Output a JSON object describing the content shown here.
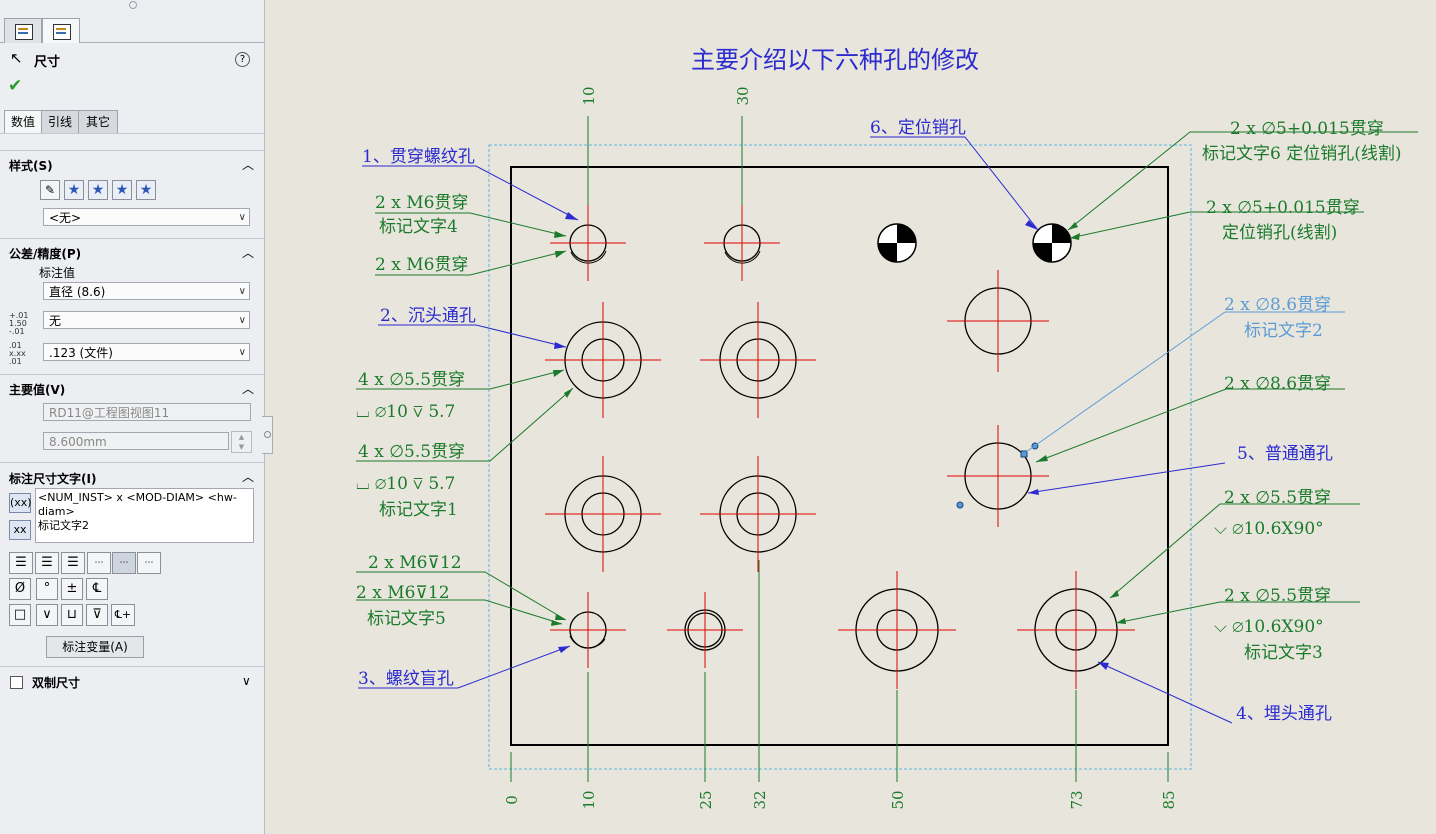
{
  "panel": {
    "title": "尺寸",
    "help_glyph": "?",
    "ok_glyph": "✔",
    "tabs": [
      "数值",
      "引线",
      "其它"
    ],
    "style_section": {
      "title": "样式(S)",
      "dropdown": "<无>"
    },
    "tolerance_section": {
      "title": "公差/精度(P)",
      "value_label": "标注值",
      "type_dropdown": "直径 (8.6)",
      "tolerance_dropdown": "无",
      "precision_dropdown": ".123 (文件)"
    },
    "primary_section": {
      "title": "主要值(V)",
      "reference": "RD11@工程图视图11",
      "value": "8.600mm"
    },
    "dimtext_section": {
      "title": "标注尺寸文字(I)",
      "text": "<NUM_INST> x <MOD-DIAM> <hw-diam>\n标记文字2",
      "symbols": [
        "Ø",
        "°",
        "±",
        "℄",
        "□",
        "∨",
        "⊔",
        "⊽",
        "℄+"
      ],
      "variables_button": "标注变量(A)"
    },
    "dual_section": {
      "title": "双制尺寸"
    }
  },
  "drawing": {
    "title": "主要介绍以下六种孔的修改",
    "top_dims": [
      "10",
      "30"
    ],
    "bottom_dims": [
      "0",
      "10",
      "25",
      "32",
      "50",
      "73",
      "85"
    ],
    "left_notes": {
      "n1": "1、贯穿螺纹孔",
      "n1a": "2 x M6贯穿",
      "n1b": "标记文字4",
      "n1c": "2 x M6贯穿",
      "n2": "2、沉头通孔",
      "n2a1": "4 x ∅5.5贯穿",
      "n2a2": "⌴ ∅10 ⊽ 5.7",
      "n2b1": "4 x ∅5.5贯穿",
      "n2b2": "⌴ ∅10 ⊽ 5.7",
      "n2b3": "标记文字1",
      "n3a": "2 x M6⊽12",
      "n3b1": "2 x M6⊽12",
      "n3b2": "标记文字5",
      "n3": "3、螺纹盲孔"
    },
    "right_notes": {
      "n6": "6、定位销孔",
      "n6a1": "2 x ∅5+0.015贯穿",
      "n6a2": "标记文字6 定位销孔(线割)",
      "n6b1": "2 x ∅5+0.015贯穿",
      "n6b2": "定位销孔(线割)",
      "sel1": "2 x ∅8.6贯穿",
      "sel2": "标记文字2",
      "n5a": "2 x ∅8.6贯穿",
      "n5": "5、普通通孔",
      "n4a1": "2 x ∅5.5贯穿",
      "n4a2": "⌵ ∅10.6X90°",
      "n4b1": "2 x ∅5.5贯穿",
      "n4b2": "⌵ ∅10.6X90°",
      "n4b3": "标记文字3",
      "n4": "4、埋头通孔"
    },
    "colors": {
      "annotation_green": "#1b7a2c",
      "callout_blue": "#2b2bd0",
      "selected_blue": "#5b9bd5",
      "centermark_red": "#e00000"
    }
  }
}
